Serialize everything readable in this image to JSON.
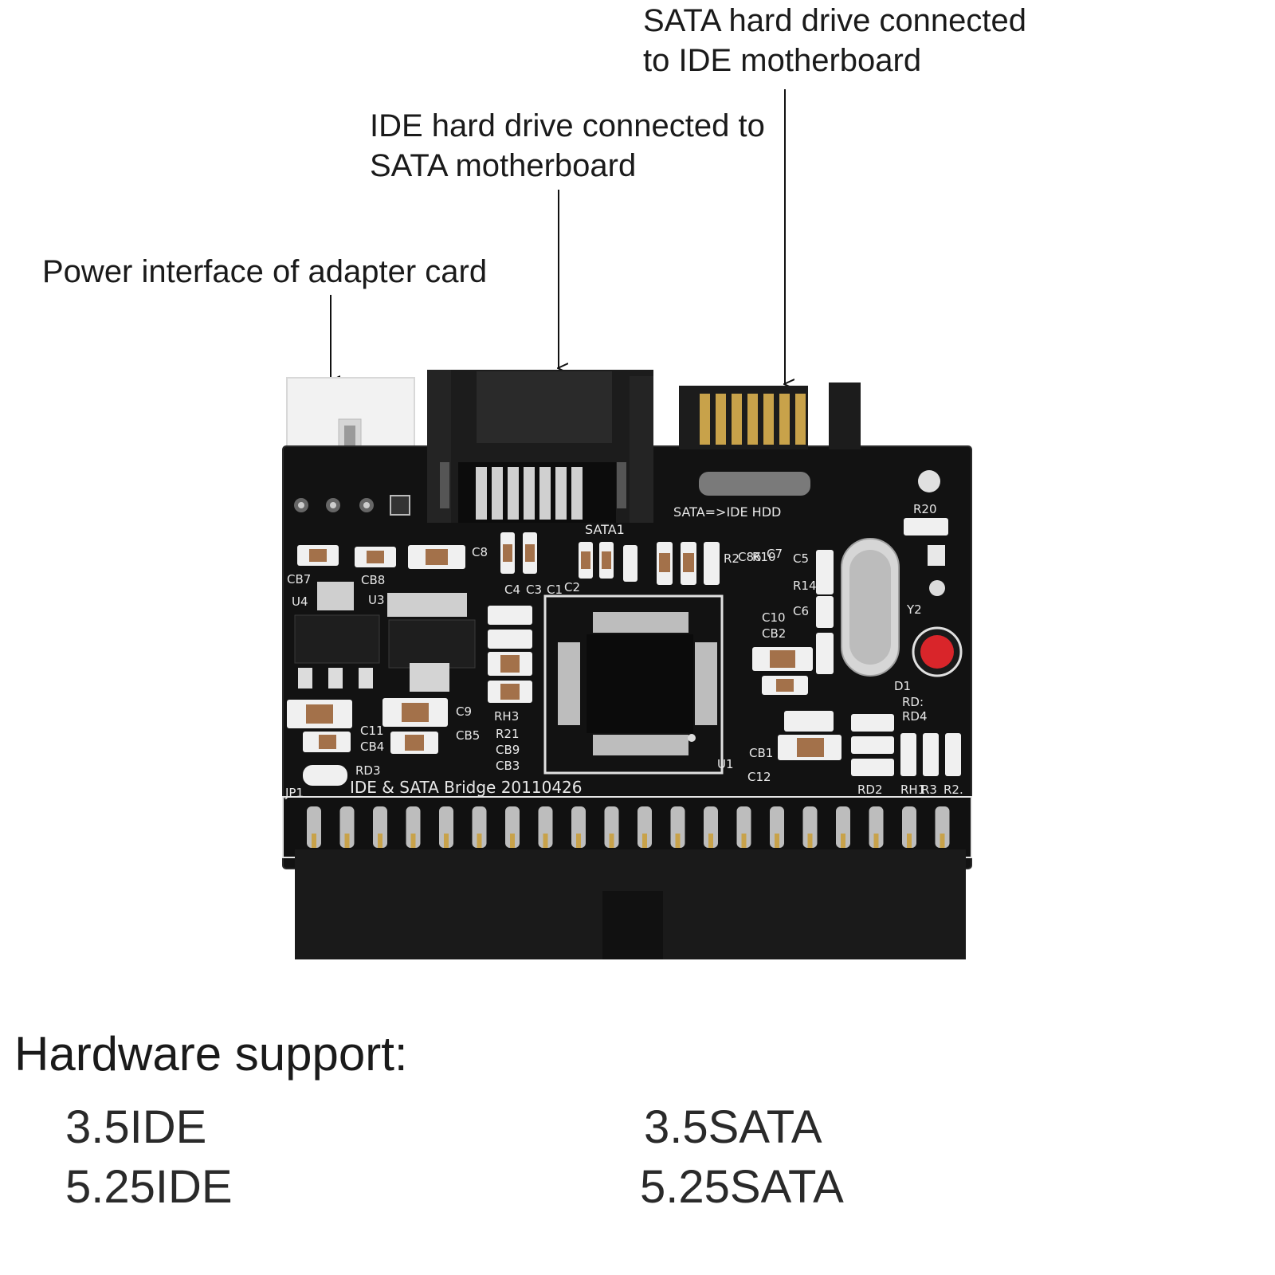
{
  "callouts": {
    "power": [
      "Power interface of adapter card"
    ],
    "ide_to_sata": [
      "IDE hard drive connected to",
      "SATA motherboard"
    ],
    "sata_to_ide": [
      "SATA hard drive connected",
      "to IDE motherboard"
    ]
  },
  "board": {
    "silkscreen_bottom": "IDE & SATA Bridge 20110426",
    "silkscreen_sata_ide": "SATA=>IDE HDD",
    "silkscreen_sata1": "SATA1",
    "labels": [
      "CB7",
      "CB8",
      "C8",
      "U4",
      "U3",
      "C4",
      "C3",
      "C1",
      "C2",
      "R2",
      "C86",
      "R10",
      "C7",
      "C5",
      "R14",
      "C6",
      "C10",
      "CB2",
      "R20",
      "Y2",
      "D1",
      "RD:",
      "RD4",
      "C9",
      "CB5",
      "C11",
      "CB4",
      "RD3",
      "RH3",
      "R21",
      "CB9",
      "CB3",
      "U1",
      "CB1",
      "C12",
      "RD2",
      "RH1",
      "R3",
      "R2.",
      "JP1"
    ]
  },
  "hardware_support": {
    "title": "Hardware support:",
    "items": [
      "3.5IDE",
      "5.25IDE",
      "3.5SATA",
      "5.25SATA"
    ]
  },
  "colors": {
    "pcb": "#121212",
    "connector": "#1c1c1c",
    "gold": "#c8a24a",
    "molex": "#f2f2f2",
    "led": "#d9252a",
    "arrow": "#111111"
  }
}
